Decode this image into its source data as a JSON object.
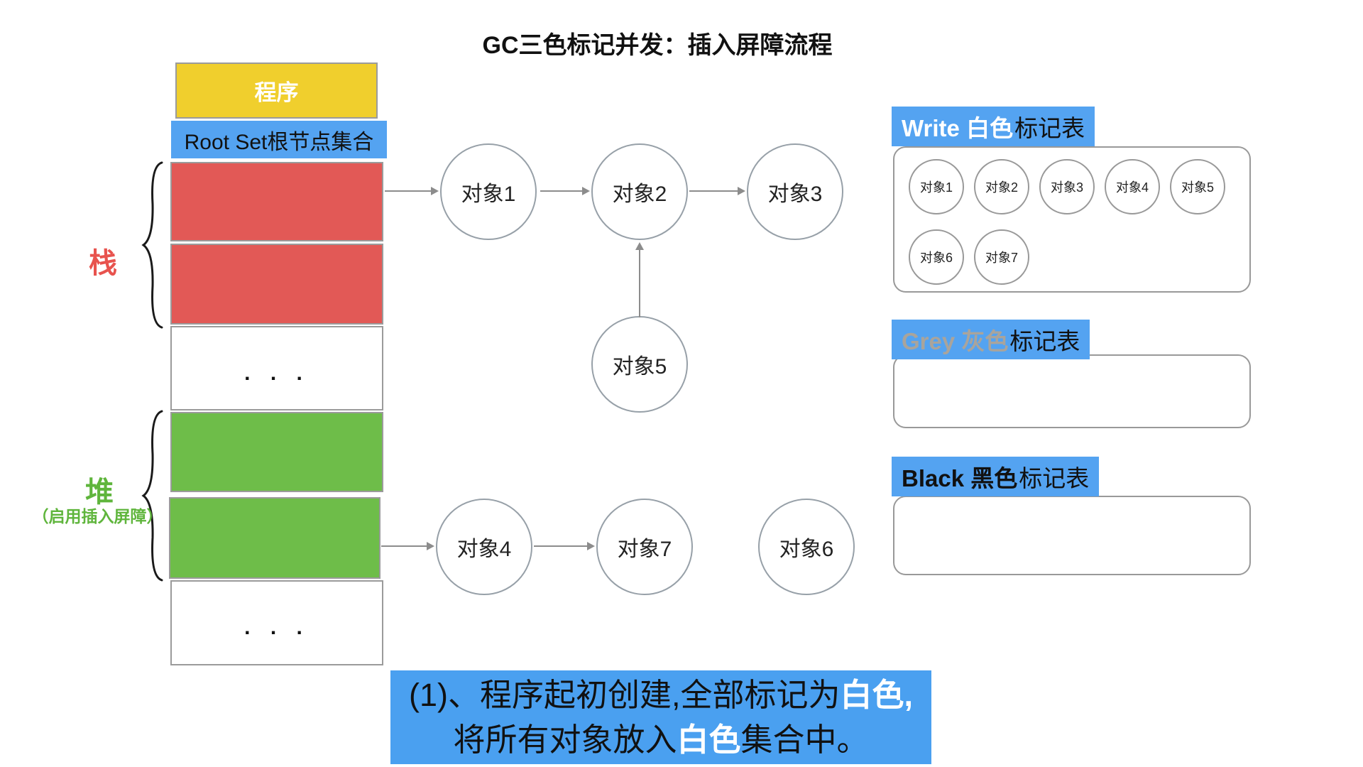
{
  "title": "GC三色标记并发：插入屏障流程",
  "memory": {
    "program_label": "程序",
    "root_set_label": "Root Set根节点集合",
    "stack_label": "栈",
    "heap_label": "堆",
    "heap_note": "（启用插入屏障）",
    "stack_ellipsis": ". . .",
    "heap_ellipsis": ". . ."
  },
  "graph": {
    "nodes": [
      {
        "label": "对象1"
      },
      {
        "label": "对象2"
      },
      {
        "label": "对象3"
      },
      {
        "label": "对象4"
      },
      {
        "label": "对象5"
      },
      {
        "label": "对象6"
      },
      {
        "label": "对象7"
      }
    ]
  },
  "tables": {
    "white": {
      "title_highlight": "Write 白色",
      "title_rest": "标记表",
      "items": [
        "对象1",
        "对象2",
        "对象3",
        "对象4",
        "对象5",
        "对象6",
        "对象7"
      ]
    },
    "grey": {
      "title_highlight": "Grey 灰色",
      "title_rest": "标记表",
      "items": []
    },
    "black": {
      "title_highlight": "Black 黑色",
      "title_rest": "标记表",
      "items": []
    }
  },
  "caption": {
    "line1": {
      "pre": "(1)、程序起初创建,全部标记为",
      "em": "白色,",
      "post": ""
    },
    "line2": {
      "pre": "将所有对象放入",
      "em": "白色",
      "post": "集合中。"
    }
  },
  "colors": {
    "accent_blue": "#54a3f1",
    "caption_blue": "#4aa0f0",
    "stack_red": "#e25956",
    "heap_green": "#6ebd49",
    "program_yellow": "#f0cf2d",
    "grey_header_text": "#a9a49c",
    "stack_text_red": "#e8534e",
    "heap_text_green": "#5fb53c",
    "box_border_grey": "#999999",
    "arrow_grey": "#8c8c8c"
  }
}
